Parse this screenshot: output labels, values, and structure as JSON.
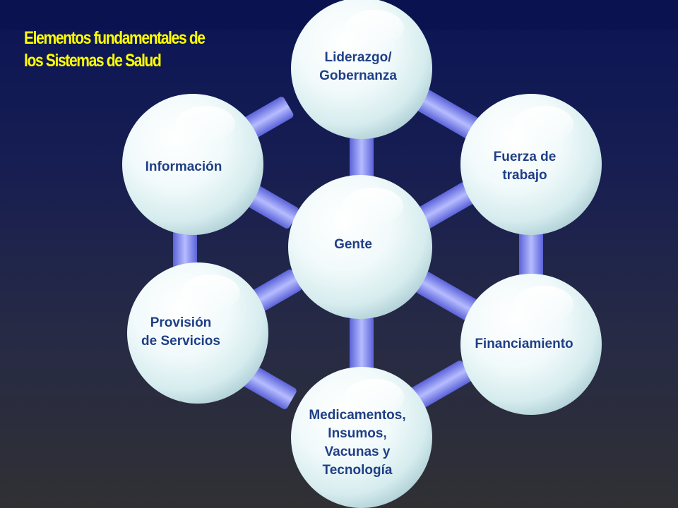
{
  "slide": {
    "title_line1": "Elementos fundamentales de",
    "title_line2": "los Sistemas de Salud"
  },
  "nodes": {
    "liderazgo": [
      "Liderazgo/",
      "Gobernanza"
    ],
    "informacion": [
      "Información"
    ],
    "fuerza": [
      "Fuerza de",
      "trabajo"
    ],
    "gente": [
      "Gente"
    ],
    "provision": [
      "Provisión",
      "de Servicios"
    ],
    "financiamiento": [
      "Financiamiento"
    ],
    "medicamentos": [
      "Medicamentos,",
      "Insumos,",
      "Vacunas y",
      "Tecnología"
    ]
  },
  "colors": {
    "background_top": "#0b1555",
    "background_bottom": "#303034",
    "title": "#ffff00",
    "node_text": "#1f3f86",
    "connector": "#7f86ee"
  }
}
